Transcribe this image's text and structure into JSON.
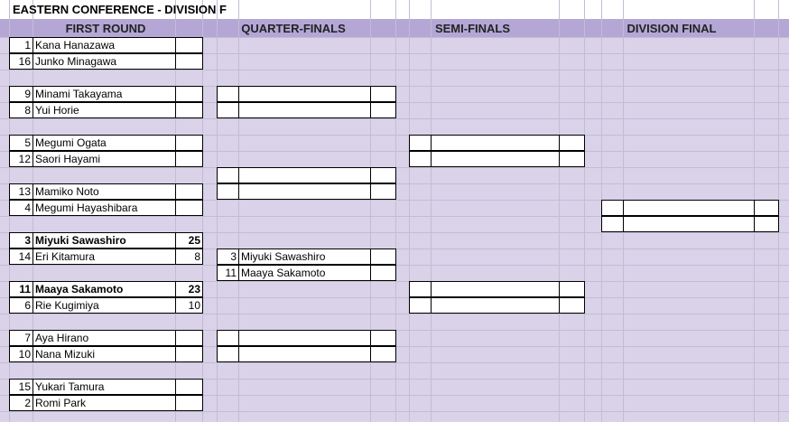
{
  "title": "EASTERN CONFERENCE - DIVISION F",
  "headers": {
    "first_round": "FIRST ROUND",
    "quarter_finals": "QUARTER-FINALS",
    "semi_finals": "SEMI-FINALS",
    "division_final": "DIVISION FINAL"
  },
  "first_round": [
    {
      "seed": "1",
      "name": "Kana Hanazawa",
      "score": "",
      "winner": false
    },
    {
      "seed": "16",
      "name": "Junko Minagawa",
      "score": "",
      "winner": false
    },
    {
      "seed": "9",
      "name": "Minami Takayama",
      "score": "",
      "winner": false
    },
    {
      "seed": "8",
      "name": "Yui Horie",
      "score": "",
      "winner": false
    },
    {
      "seed": "5",
      "name": "Megumi Ogata",
      "score": "",
      "winner": false
    },
    {
      "seed": "12",
      "name": "Saori Hayami",
      "score": "",
      "winner": false
    },
    {
      "seed": "13",
      "name": "Mamiko Noto",
      "score": "",
      "winner": false
    },
    {
      "seed": "4",
      "name": "Megumi Hayashibara",
      "score": "",
      "winner": false
    },
    {
      "seed": "3",
      "name": "Miyuki Sawashiro",
      "score": "25",
      "winner": true
    },
    {
      "seed": "14",
      "name": "Eri Kitamura",
      "score": "8",
      "winner": false
    },
    {
      "seed": "11",
      "name": "Maaya Sakamoto",
      "score": "23",
      "winner": true
    },
    {
      "seed": "6",
      "name": "Rie Kugimiya",
      "score": "10",
      "winner": false
    },
    {
      "seed": "7",
      "name": "Aya Hirano",
      "score": "",
      "winner": false
    },
    {
      "seed": "10",
      "name": "Nana Mizuki",
      "score": "",
      "winner": false
    },
    {
      "seed": "15",
      "name": "Yukari Tamura",
      "score": "",
      "winner": false
    },
    {
      "seed": "2",
      "name": "Romi Park",
      "score": "",
      "winner": false
    }
  ],
  "quarter_finals": [
    {
      "seed": "",
      "name": "",
      "score": ""
    },
    {
      "seed": "",
      "name": "",
      "score": ""
    },
    {
      "seed": "",
      "name": "",
      "score": ""
    },
    {
      "seed": "",
      "name": "",
      "score": ""
    },
    {
      "seed": "3",
      "name": "Miyuki Sawashiro",
      "score": ""
    },
    {
      "seed": "11",
      "name": "Maaya Sakamoto",
      "score": ""
    },
    {
      "seed": "",
      "name": "",
      "score": ""
    },
    {
      "seed": "",
      "name": "",
      "score": ""
    }
  ],
  "semi_finals": [
    {
      "seed": "",
      "name": "",
      "score": ""
    },
    {
      "seed": "",
      "name": "",
      "score": ""
    },
    {
      "seed": "",
      "name": "",
      "score": ""
    },
    {
      "seed": "",
      "name": "",
      "score": ""
    }
  ],
  "division_final": [
    {
      "seed": "",
      "name": "",
      "score": ""
    },
    {
      "seed": "",
      "name": "",
      "score": ""
    }
  ]
}
